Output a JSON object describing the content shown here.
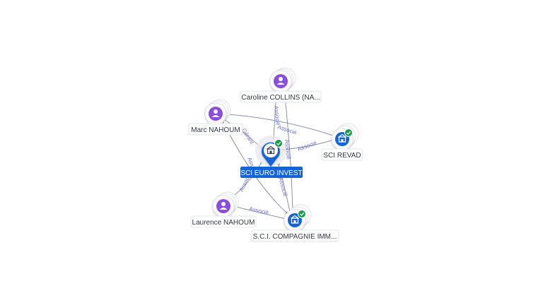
{
  "colors": {
    "edge": "#8a90a8",
    "edge_label": "#6e72c9",
    "person": "#8a4dde",
    "company": "#1565d8",
    "verified": "#1e9a4f",
    "center_label_bg": "#1565d8"
  },
  "nodes": [
    {
      "id": "center",
      "type": "company",
      "label": "SCI EURO INVEST",
      "verified": true,
      "icon": "building-icon",
      "central": true
    },
    {
      "id": "caroline",
      "type": "person",
      "label": "Caroline COLLINS (NA...",
      "icon": "person-icon"
    },
    {
      "id": "marc",
      "type": "person",
      "label": "Marc NAHOUM",
      "icon": "person-icon"
    },
    {
      "id": "revad",
      "type": "company",
      "label": "SCI REVAD",
      "verified": true,
      "icon": "building-icon"
    },
    {
      "id": "laurence",
      "type": "person",
      "label": "Laurence NAHOUM",
      "icon": "person-icon"
    },
    {
      "id": "sci_compagnie",
      "type": "company",
      "label": "S.C.I. COMPAGNIE IMM...",
      "verified": true,
      "icon": "building-icon"
    }
  ],
  "edge_labels": [
    "Associé",
    "Gérant",
    "Associé",
    "Associé",
    "Associé",
    "Associé",
    "Associé",
    "Associé",
    "Associé"
  ]
}
